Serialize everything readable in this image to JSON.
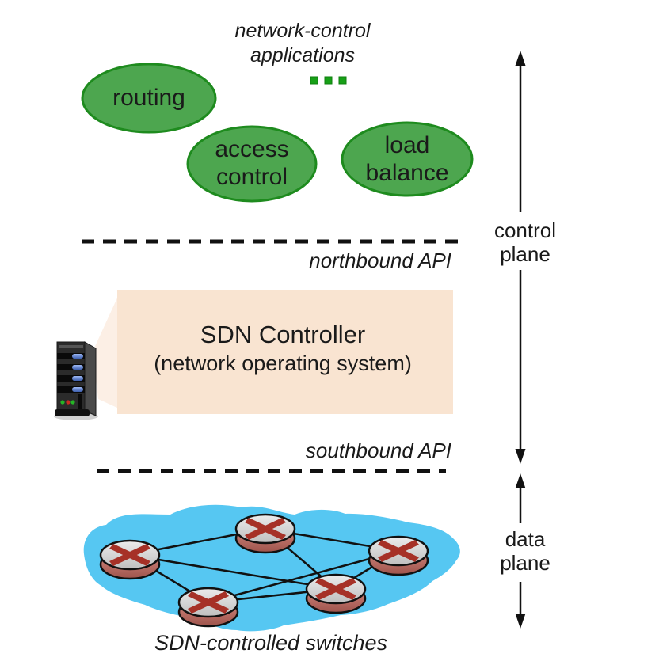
{
  "applications": {
    "heading_line1": "network-control",
    "heading_line2": "applications",
    "more_indicator": "...",
    "bubbles": [
      {
        "lines": [
          "routing"
        ]
      },
      {
        "lines": [
          "access",
          "control"
        ]
      },
      {
        "lines": [
          "load",
          "balance"
        ]
      }
    ]
  },
  "controller": {
    "title": "SDN Controller",
    "subtitle": "(network operating system)"
  },
  "apis": {
    "northbound_label": "northbound API",
    "southbound_label": "southbound API"
  },
  "planes": {
    "control_line1": "control",
    "control_line2": "plane",
    "data_line1": "data",
    "data_line2": "plane"
  },
  "switches_caption": "SDN-controlled switches",
  "icons": {
    "server": "server-tower-icon",
    "router": "router-icon",
    "ellipsis_dots": 3
  },
  "colors": {
    "app_bubble_fill": "#4DA64F",
    "app_bubble_stroke": "#1E8B1E",
    "ellipsis_green": "#17A017",
    "controller_fill": "#F9E4D1",
    "controller_tail_fill": "#FCEFE5",
    "network_cloud_fill": "#56C7F2",
    "router_top_fill": "#D9D9D9",
    "router_side_fill": "#C97B71",
    "router_x_red": "#A63127",
    "line_black": "#111111",
    "text_black": "#1A1A1A"
  }
}
